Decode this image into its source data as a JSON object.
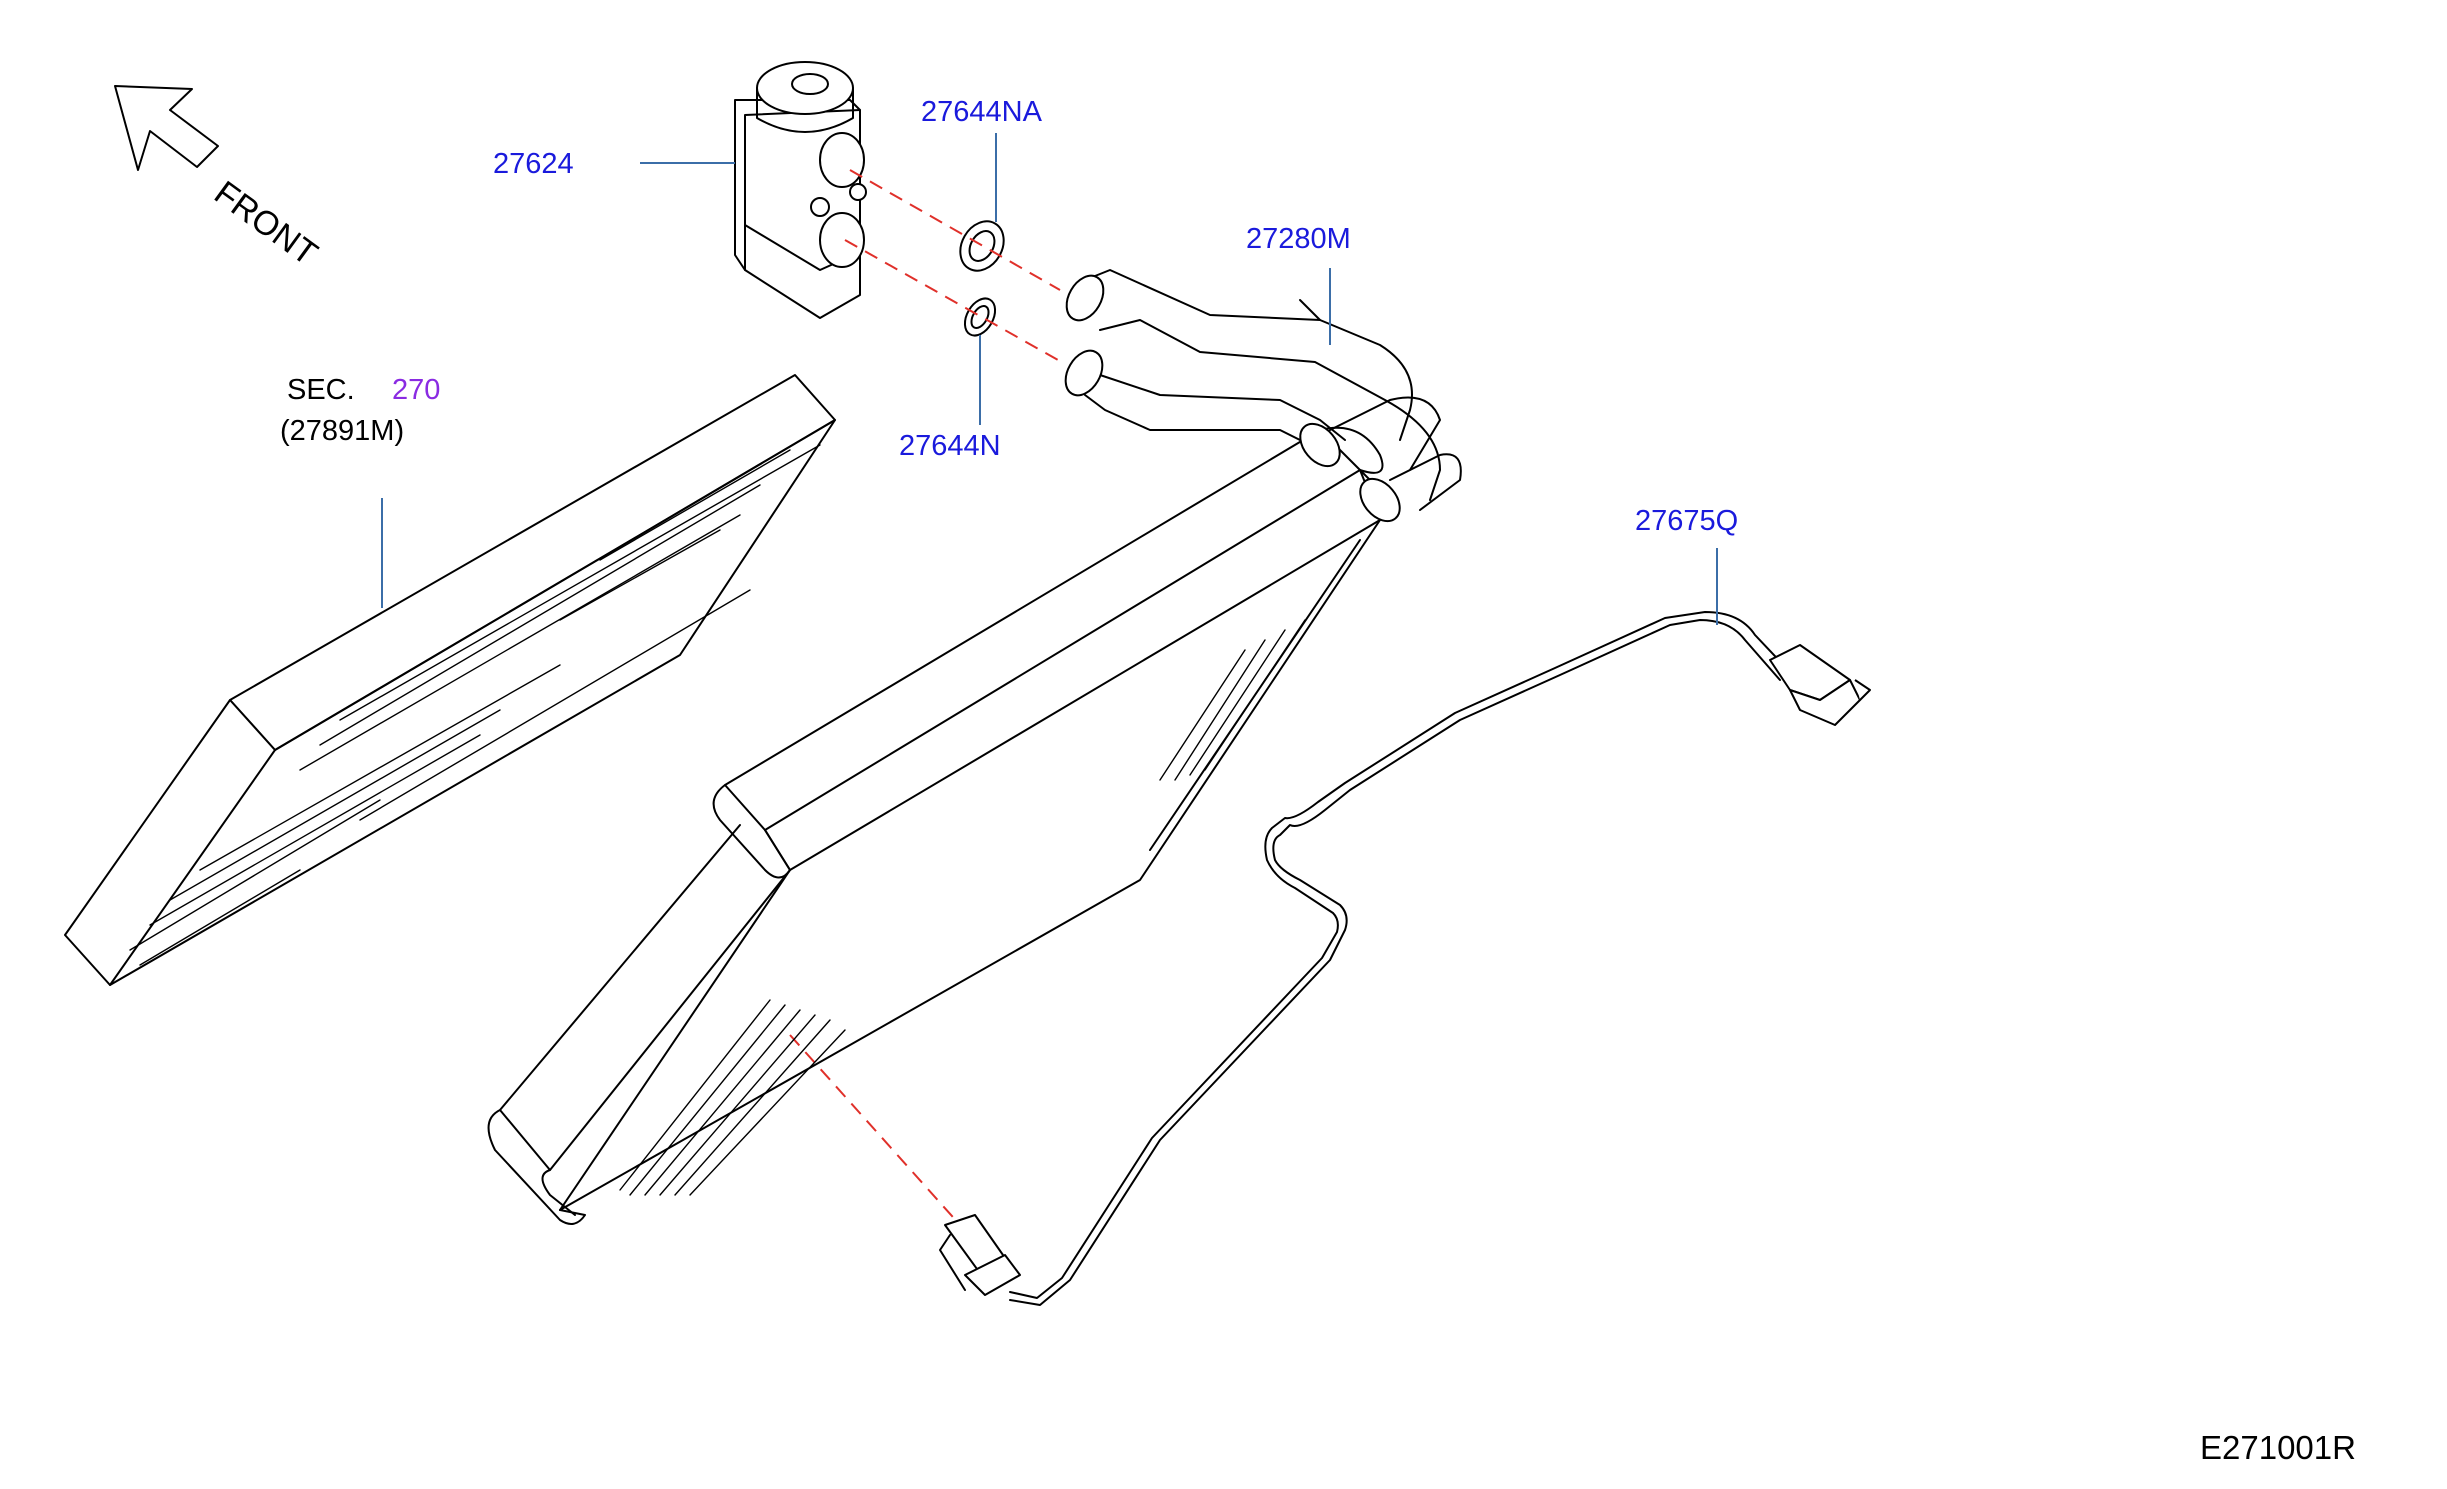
{
  "front_label": "FRONT",
  "sec_label": "SEC.",
  "sec_number": "270",
  "sec_sub": "(27891M)",
  "parts": {
    "p27624": "27624",
    "p27644NA": "27644NA",
    "p27280M": "27280M",
    "p27644N": "27644N",
    "p27675Q": "27675Q"
  },
  "diagram_code": "E271001R",
  "colors": {
    "part_label": "#1a1adc",
    "section_ref": "#8a2be2",
    "leader": "#3b6ea8",
    "alignment_line": "#e0302a"
  }
}
